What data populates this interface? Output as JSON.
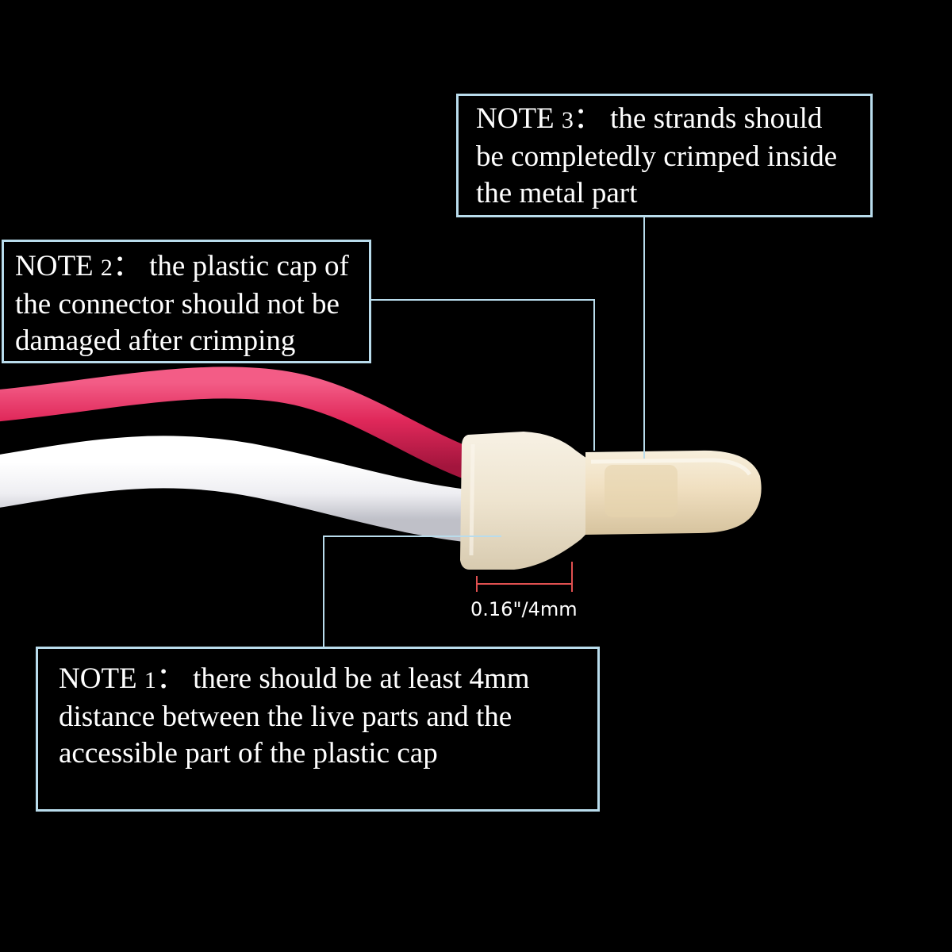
{
  "notes": {
    "note3": {
      "label": "NOTE",
      "number": "3",
      "separator": "：",
      "line1": "the strands should",
      "line2": "be completedly crimped inside",
      "line3": "the metal part"
    },
    "note2": {
      "label": "NOTE",
      "number": "2",
      "separator": "：",
      "line1": "the plastic cap of",
      "line2": "the connector should not be",
      "line3": "damaged after crimping"
    },
    "note1": {
      "label": "NOTE",
      "number": "1",
      "separator": "：",
      "line1": "there should be at least 4mm",
      "line2": "distance between the live parts and the",
      "line3": "accessible part of the plastic cap"
    }
  },
  "dimension": {
    "label": "0.16\"/4mm"
  },
  "colors": {
    "background": "#000000",
    "box_border": "#b9dcec",
    "leader_line": "#b9dcec",
    "dimension_marker": "#e05050",
    "red_wire": "#e0285a",
    "white_wire": "#f2f2f4",
    "connector": "#efe7d6"
  }
}
